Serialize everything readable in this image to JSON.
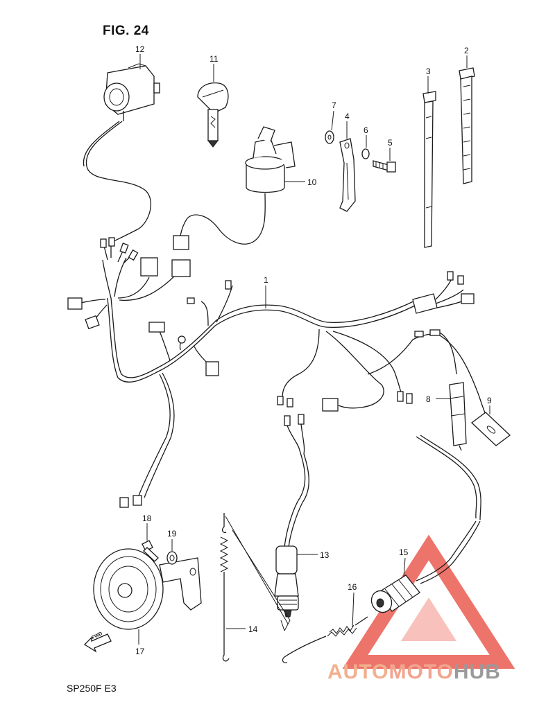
{
  "figure_title": "FIG. 24",
  "model_code": "SP250F  E3",
  "fwd_label": "FWD",
  "callouts": [
    "1",
    "2",
    "3",
    "4",
    "5",
    "6",
    "7",
    "8",
    "9",
    "10",
    "11",
    "12",
    "13",
    "14",
    "15",
    "16",
    "17",
    "18",
    "19"
  ],
  "watermark": {
    "part_a": "AUTO",
    "part_b": "MOTO",
    "part_c": "HUB"
  },
  "colors": {
    "line": "#1a1a1a",
    "watermark_red": "#e8463a",
    "watermark_orange": "#f2b08e",
    "watermark_gray": "#9a9a9a"
  }
}
